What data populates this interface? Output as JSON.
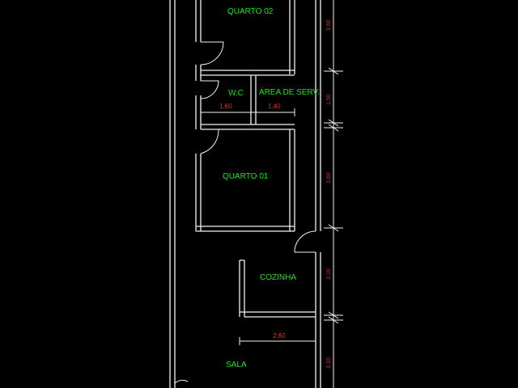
{
  "rooms": {
    "quarto02": "QUARTO 02",
    "wc": "W.C",
    "area_serv": "ÁREA DE SERV.",
    "quarto01": "QUARTO 01",
    "cozinha": "COZINHA",
    "sala": "SALA"
  },
  "dimensions": {
    "wc_width": "1.60",
    "area_width": "1.40",
    "sala_width": "2.60",
    "v_quarto02": "3.60",
    "v_area": "1.50",
    "v_quarto01": "3.60",
    "v_cozinha": "3.10",
    "v_sala": "3.10"
  },
  "colors": {
    "background": "#000000",
    "walls": "#f2f2f2",
    "room_labels": "#19e619",
    "dimension_text": "#e62828"
  }
}
